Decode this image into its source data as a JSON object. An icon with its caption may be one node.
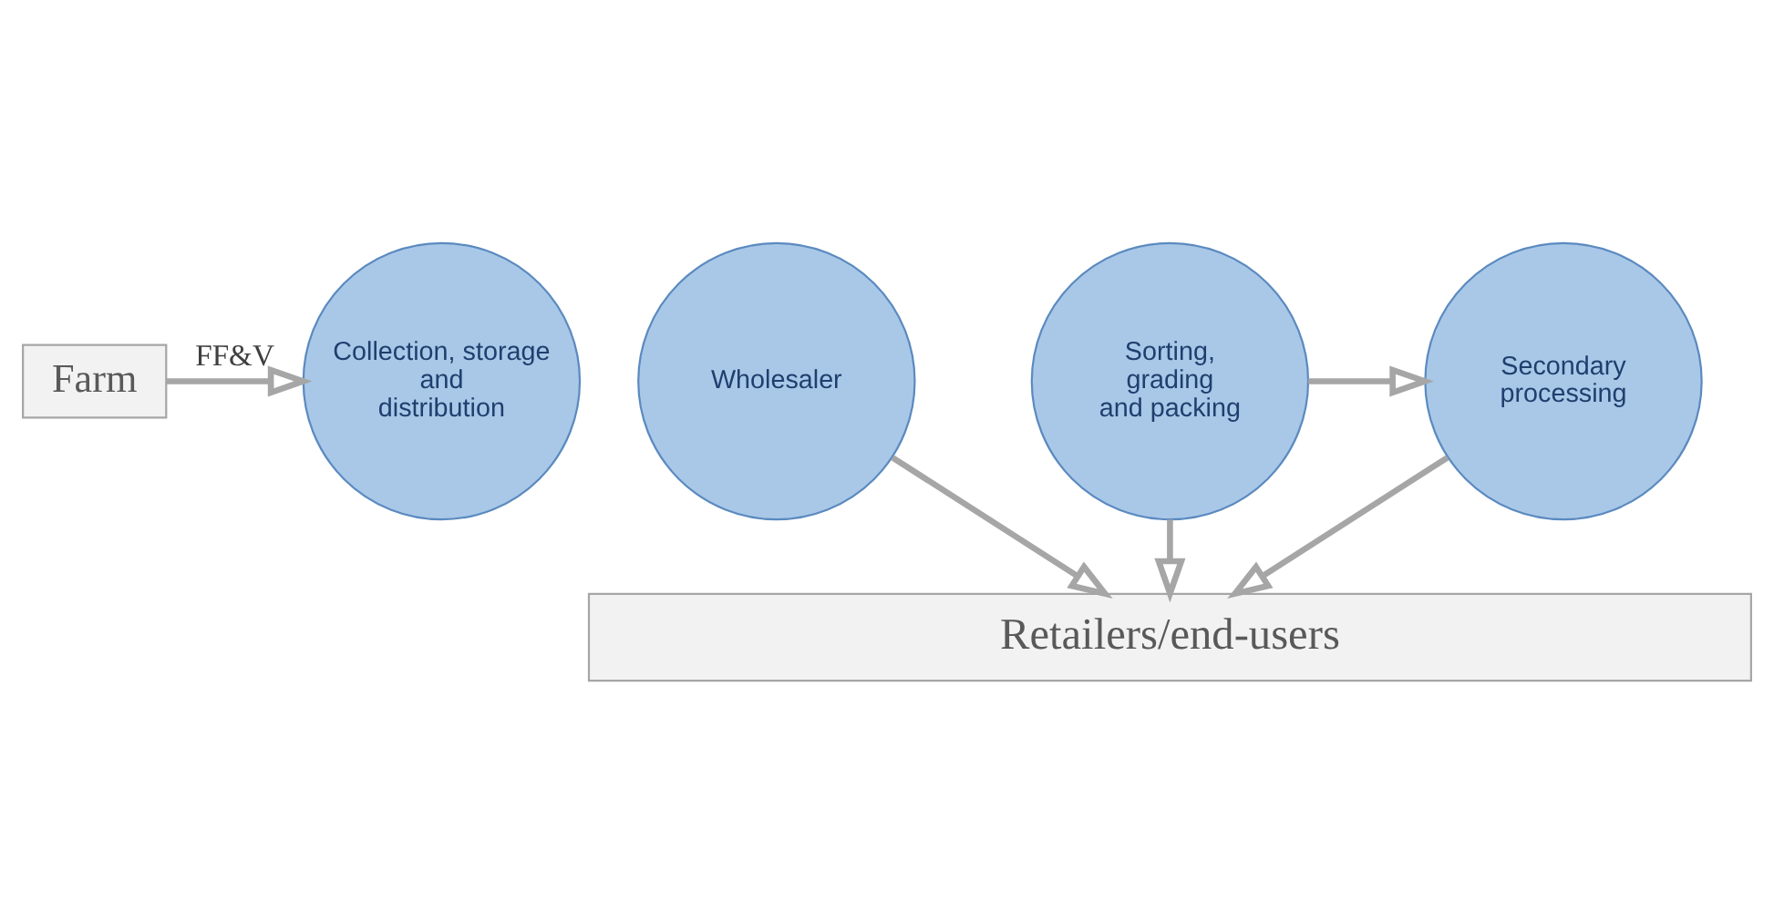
{
  "diagram": {
    "nodes": [
      {
        "text": [
          "Farm"
        ]
      },
      {
        "text": [
          "Collection, storage and distribution"
        ]
      },
      {
        "text": [
          "Wholesaler"
        ]
      },
      {
        "text": [
          "Sorting, grading and packing"
        ]
      },
      {
        "text": [
          "Secondary processing"
        ]
      },
      {
        "text": [
          "Retailers/end-users"
        ]
      }
    ],
    "edges": [
      {
        "from": 0,
        "to": 1,
        "arrow": "to",
        "label": "FF&V"
      },
      {
        "from": 3,
        "to": 4,
        "arrow": "to"
      },
      {
        "from": 2,
        "to": 5,
        "arrow": "to"
      },
      {
        "from": 3,
        "to": 5,
        "arrow": "to"
      },
      {
        "from": 4,
        "to": 5,
        "arrow": "to"
      }
    ]
  }
}
